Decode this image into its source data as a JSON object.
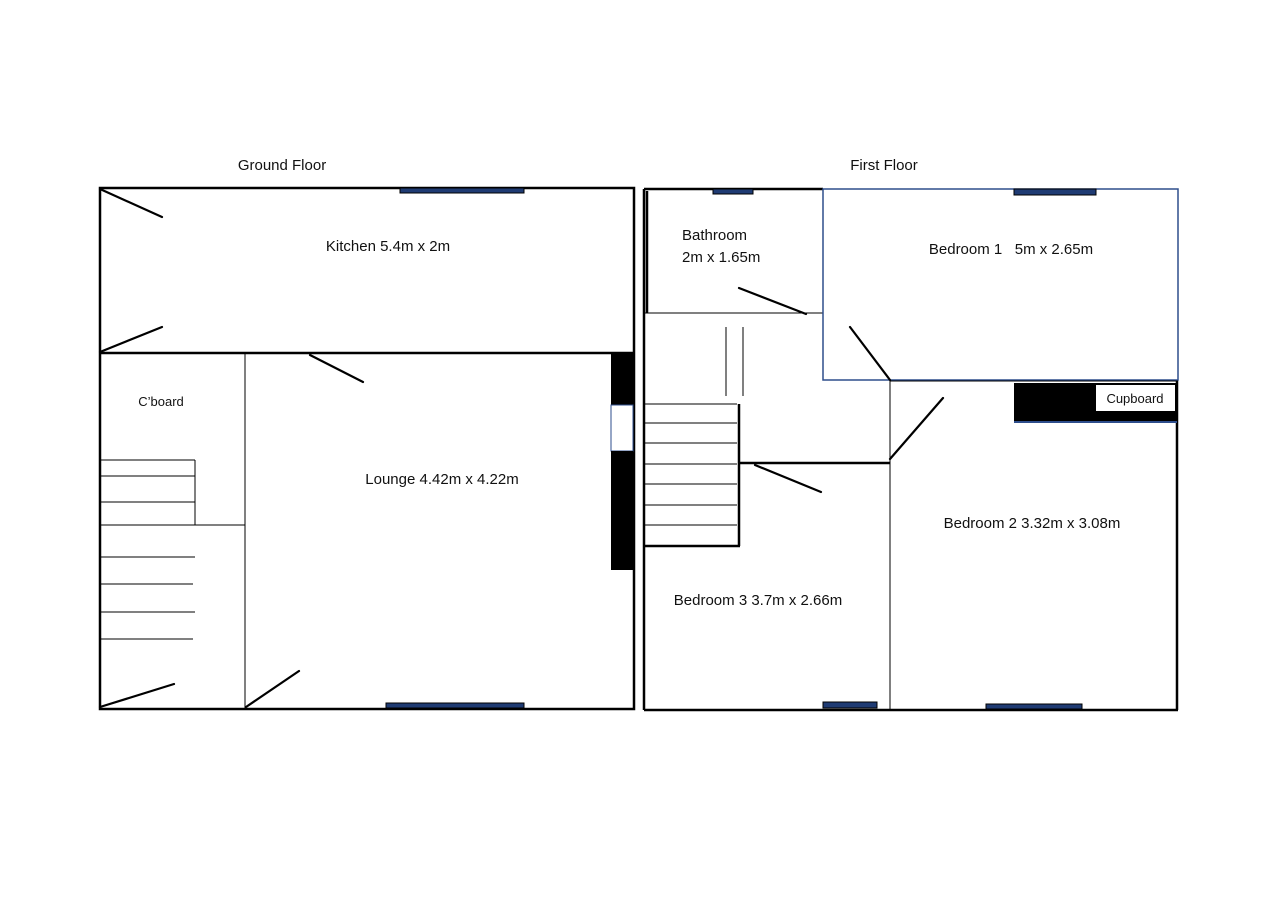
{
  "ground_floor": {
    "title": "Ground Floor",
    "rooms": {
      "kitchen": "Kitchen 5.4m x 2m",
      "cupboard": "C’board",
      "lounge": "Lounge 4.42m x 4.22m"
    }
  },
  "first_floor": {
    "title": "First Floor",
    "rooms": {
      "bathroom_name": "Bathroom",
      "bathroom_size": "2m x 1.65m",
      "bedroom1": "Bedroom 1   5m x 2.65m",
      "cupboard": "Cupboard",
      "bedroom2": "Bedroom 2 3.32m x 3.08m",
      "bedroom3": "Bedroom 3 3.7m x 2.66m"
    }
  },
  "colors": {
    "window": "#1f3b73",
    "bedroom1_outline": "#2e4e8c",
    "wall": "#000000"
  }
}
